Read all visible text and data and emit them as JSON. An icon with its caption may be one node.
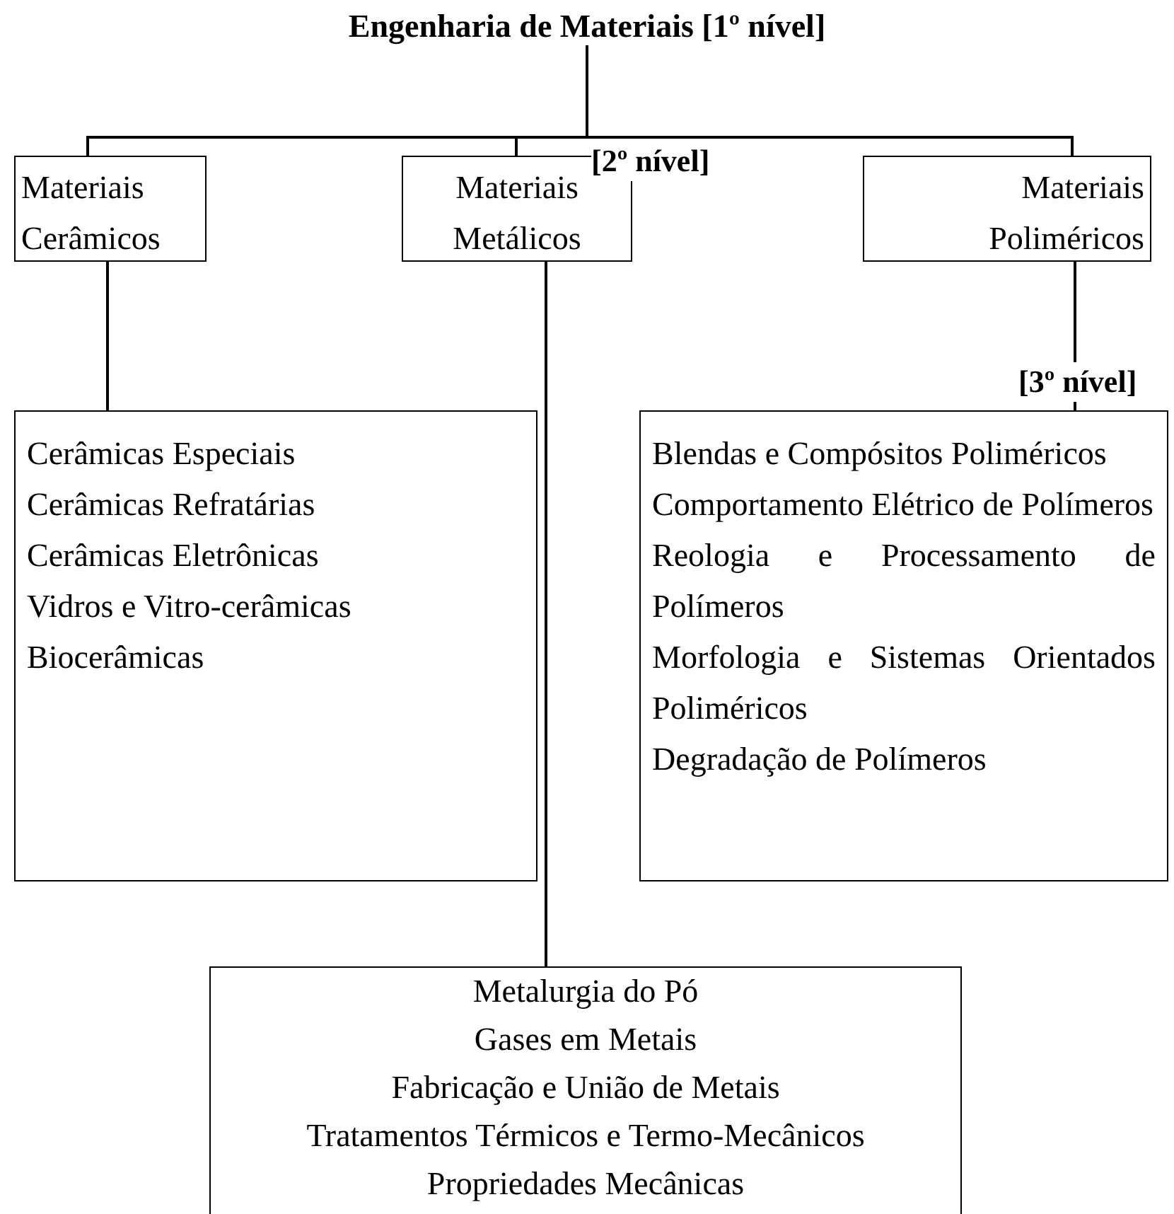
{
  "diagram": {
    "nodes": [
      {
        "text": [
          "Engenharia de Materiais [1º nível]"
        ]
      },
      {
        "text": [
          "Materiais Cerâmicos"
        ]
      },
      {
        "text": [
          "Materiais Metálicos"
        ]
      },
      {
        "text": [
          "Materiais Poliméricos"
        ]
      },
      {
        "text": [
          "Cerâmicas Especiais",
          "Cerâmicas Refratárias",
          "Cerâmicas Eletrônicas",
          "Vidros e Vitro-cerâmicas",
          "Biocerâmicas"
        ]
      },
      {
        "text": [
          "Blendas e Compósitos Poliméricos",
          "Comportamento Elétrico de Polímeros",
          "Reologia e Processamento de Polímeros",
          "Morfologia e Sistemas Orientados Poliméricos",
          "Degradação de Polímeros"
        ]
      },
      {
        "text": [
          "Metalurgia do Pó",
          "Gases em Metais",
          "Fabricação e União de Metais",
          "Tratamentos Térmicos e Termo-Mecânicos",
          "Propriedades Mecânicas"
        ]
      }
    ],
    "edges": [
      {
        "from": 0,
        "to": 1,
        "arrow": "none"
      },
      {
        "from": 0,
        "to": 2,
        "arrow": "none"
      },
      {
        "from": 0,
        "to": 3,
        "arrow": "none"
      },
      {
        "from": 1,
        "to": 4,
        "arrow": "none"
      },
      {
        "from": 2,
        "to": 6,
        "arrow": "none"
      },
      {
        "from": 3,
        "to": 5,
        "arrow": "none"
      }
    ],
    "labels": [
      "[2º nível]",
      "[3º nível]"
    ]
  }
}
